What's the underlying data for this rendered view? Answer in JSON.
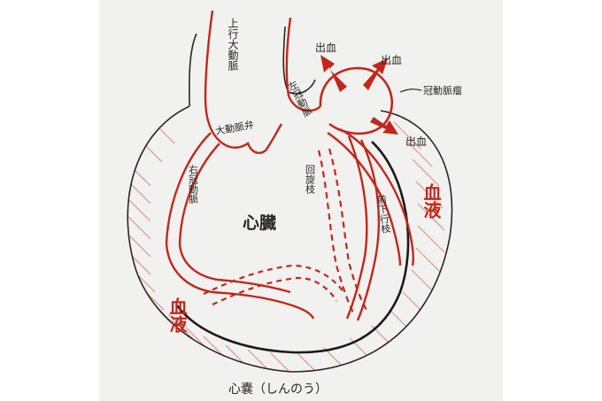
{
  "colors": {
    "paper": "#f1f1ef",
    "ink": "#2a2624",
    "red": "#c4261c",
    "hatch": "#d58a8a"
  },
  "labels": {
    "ascending_aorta": "上行大動脈",
    "left_coronary_artery": "左冠動脈",
    "aortic_valve": "大動脈弁",
    "right_coronary_artery": "右冠動脈",
    "heart": "心臓",
    "circumflex_branch": "回旋枝",
    "anterior_descending_branch": "前下行枝",
    "aneurysm": "冠動脈瘤",
    "bleeding_1": "出血",
    "bleeding_2": "出血",
    "bleeding_3": "出血",
    "blood_right": "血液",
    "blood_left": "血液",
    "pericardium": "心嚢（しんのう）"
  }
}
